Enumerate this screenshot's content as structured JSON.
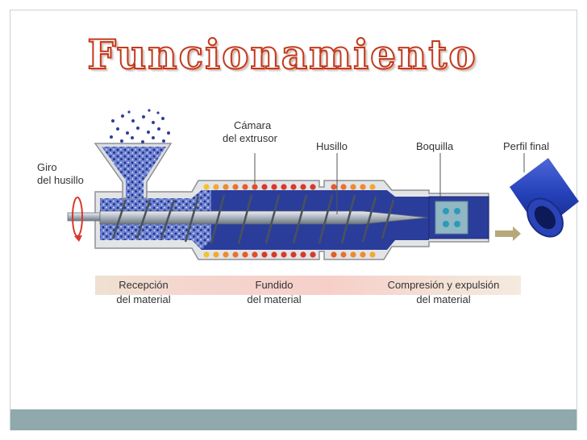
{
  "slide": {
    "title": "Funcionamiento"
  },
  "diagram": {
    "labels": {
      "giro_line1": "Giro",
      "giro_line2": "del husillo",
      "camara_line1": "Cámara",
      "camara_line2": "del extrusor",
      "husillo": "Husillo",
      "boquilla": "Boquilla",
      "perfil": "Perfil final"
    },
    "stages": [
      {
        "line1": "Recepción",
        "line2": "del material"
      },
      {
        "line1": "Fundido",
        "line2": "del material"
      },
      {
        "line1": "Compresión y expulsión",
        "line2": "del material"
      }
    ],
    "colors": {
      "barrel_blue": "#2b3d9a",
      "heater_red": "#d63a2a",
      "heater_yellow": "#f3c233",
      "screw_gray": "#9aa3ad",
      "accent_title": "#c23a1f"
    }
  }
}
